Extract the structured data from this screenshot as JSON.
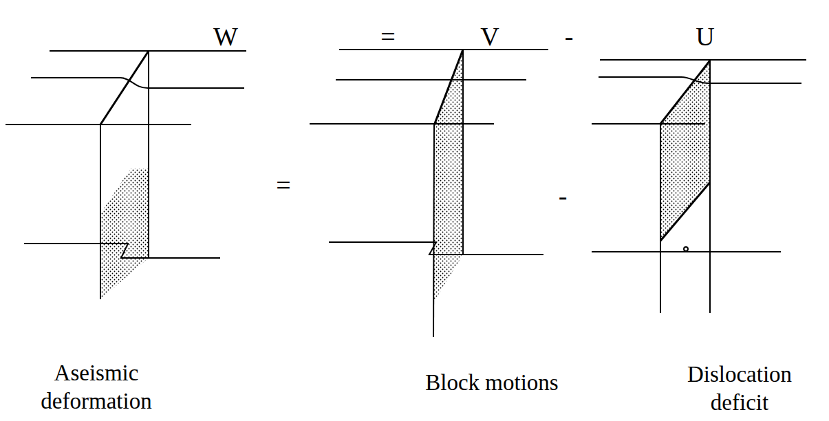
{
  "diagram": {
    "labels": [
      "W",
      "=",
      "V",
      "-",
      "U",
      "=",
      "-",
      "Aseismic deformation",
      "Block motions",
      "Dislocation deficit"
    ]
  }
}
